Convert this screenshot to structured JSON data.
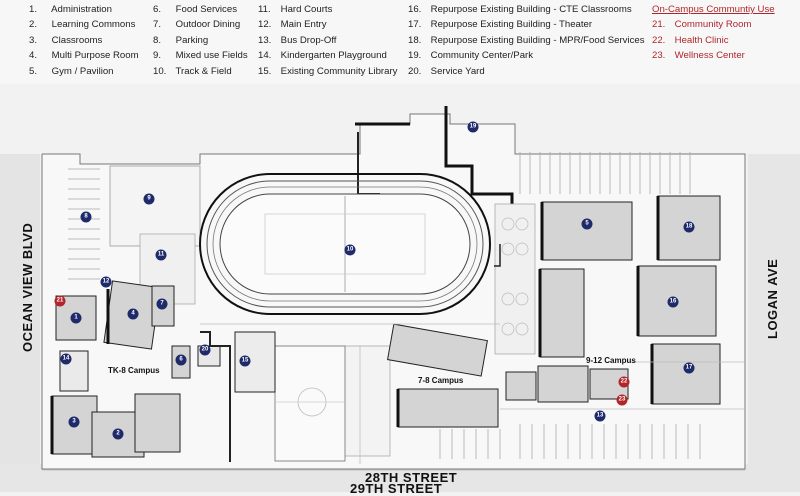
{
  "legend": {
    "col1": [
      {
        "num": "1.",
        "label": "Administration"
      },
      {
        "num": "2.",
        "label": "Learning Commons"
      },
      {
        "num": "3.",
        "label": "Classrooms"
      },
      {
        "num": "4.",
        "label": "Multi Purpose Room"
      },
      {
        "num": "5.",
        "label": "Gym / Pavilion"
      }
    ],
    "col2": [
      {
        "num": "6.",
        "label": "Food Services"
      },
      {
        "num": "7.",
        "label": "Outdoor Dining"
      },
      {
        "num": "8.",
        "label": "Parking"
      },
      {
        "num": "9.",
        "label": "Mixed use Fields"
      },
      {
        "num": "10.",
        "label": "Track & Field"
      }
    ],
    "col3": [
      {
        "num": "11.",
        "label": "Hard Courts"
      },
      {
        "num": "12.",
        "label": "Main Entry"
      },
      {
        "num": "13.",
        "label": "Bus Drop-Off"
      },
      {
        "num": "14.",
        "label": "Kindergarten Playground"
      },
      {
        "num": "15.",
        "label": "Existing Community Library"
      }
    ],
    "col4": [
      {
        "num": "16.",
        "label": "Repurpose Existing Building - CTE Classrooms"
      },
      {
        "num": "17.",
        "label": "Repurpose Existing Building - Theater"
      },
      {
        "num": "18.",
        "label": "Repurpose Existing Building - MPR/Food Services"
      },
      {
        "num": "19.",
        "label": "Community Center/Park"
      },
      {
        "num": "20.",
        "label": "Service Yard"
      }
    ],
    "col5_heading": "On-Campus Communtiy Use",
    "col5": [
      {
        "num": "21.",
        "label": "Community Room"
      },
      {
        "num": "22.",
        "label": "Health Clinic"
      },
      {
        "num": "23.",
        "label": "Wellness Center"
      }
    ],
    "accent_color": "#b0262b",
    "marker_color": "#1f2a6b"
  },
  "map": {
    "streets": {
      "west": "OCEAN VIEW BLVD",
      "east": "LOGAN AVE",
      "south_1": "28TH STREET",
      "south_2": "29TH STREET"
    },
    "campus_labels": {
      "tk8": "TK-8 Campus",
      "c78": "7-8 Campus",
      "c912": "9-12 Campus"
    },
    "markers": [
      {
        "id": "m1",
        "text": "1"
      },
      {
        "id": "m2",
        "text": "2"
      },
      {
        "id": "m3",
        "text": "3"
      },
      {
        "id": "m4",
        "text": "4"
      },
      {
        "id": "m5",
        "text": "5"
      },
      {
        "id": "m6",
        "text": "6"
      },
      {
        "id": "m7",
        "text": "7"
      },
      {
        "id": "m8",
        "text": "8"
      },
      {
        "id": "m9",
        "text": "9"
      },
      {
        "id": "m10",
        "text": "10"
      },
      {
        "id": "m11",
        "text": "11"
      },
      {
        "id": "m12",
        "text": "12"
      },
      {
        "id": "m13",
        "text": "13"
      },
      {
        "id": "m14",
        "text": "14"
      },
      {
        "id": "m15",
        "text": "15"
      },
      {
        "id": "m16",
        "text": "16"
      },
      {
        "id": "m17",
        "text": "17"
      },
      {
        "id": "m18",
        "text": "18"
      },
      {
        "id": "m19",
        "text": "19"
      },
      {
        "id": "m20",
        "text": "20"
      },
      {
        "id": "m21",
        "text": "21"
      },
      {
        "id": "m22",
        "text": "22"
      },
      {
        "id": "m23",
        "text": "23"
      }
    ]
  }
}
